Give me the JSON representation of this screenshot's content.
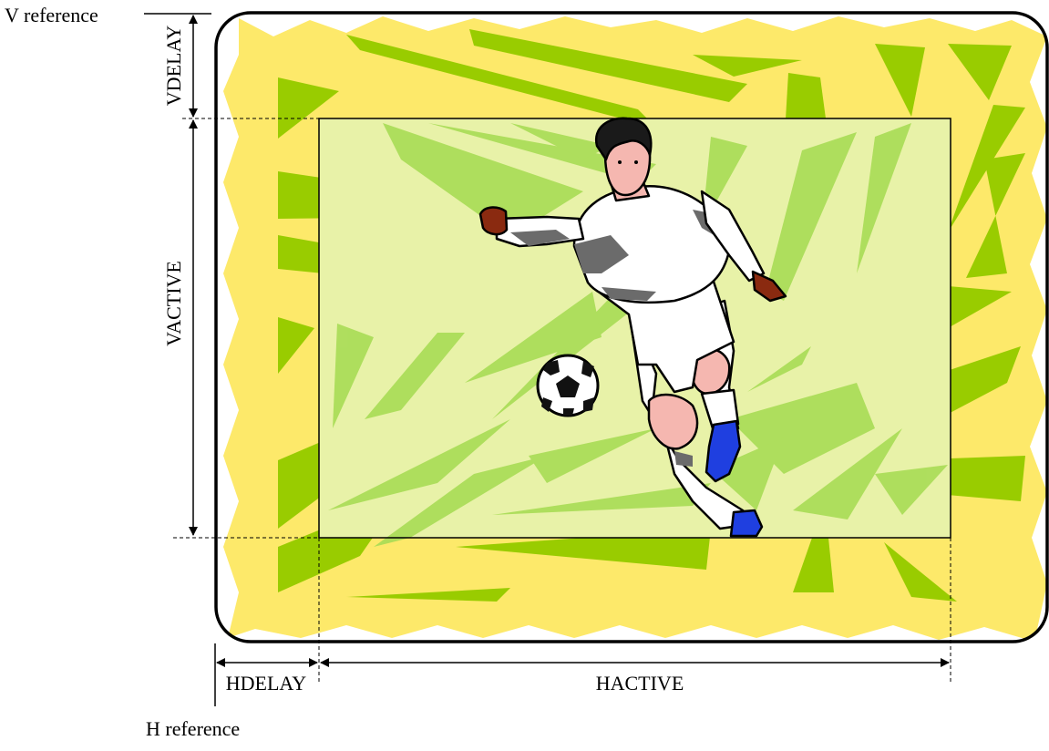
{
  "labels": {
    "v_reference": "V reference",
    "h_reference": "H reference",
    "vdelay": "VDELAY",
    "vactive": "VACTIVE",
    "hdelay": "HDELAY",
    "hactive": "HACTIVE"
  },
  "colors": {
    "background_yellow": "#fde96a",
    "stripe_green": "#99cc00",
    "active_overlay": "#e8f2a8",
    "overlay_stripe": "#a8dc55",
    "player_skin": "#f5b7b0",
    "shoe_blue": "#1f3fe0",
    "outline": "#000000"
  },
  "icons": {
    "player": "soccer-player-illustration",
    "ball": "soccer-ball-icon"
  }
}
